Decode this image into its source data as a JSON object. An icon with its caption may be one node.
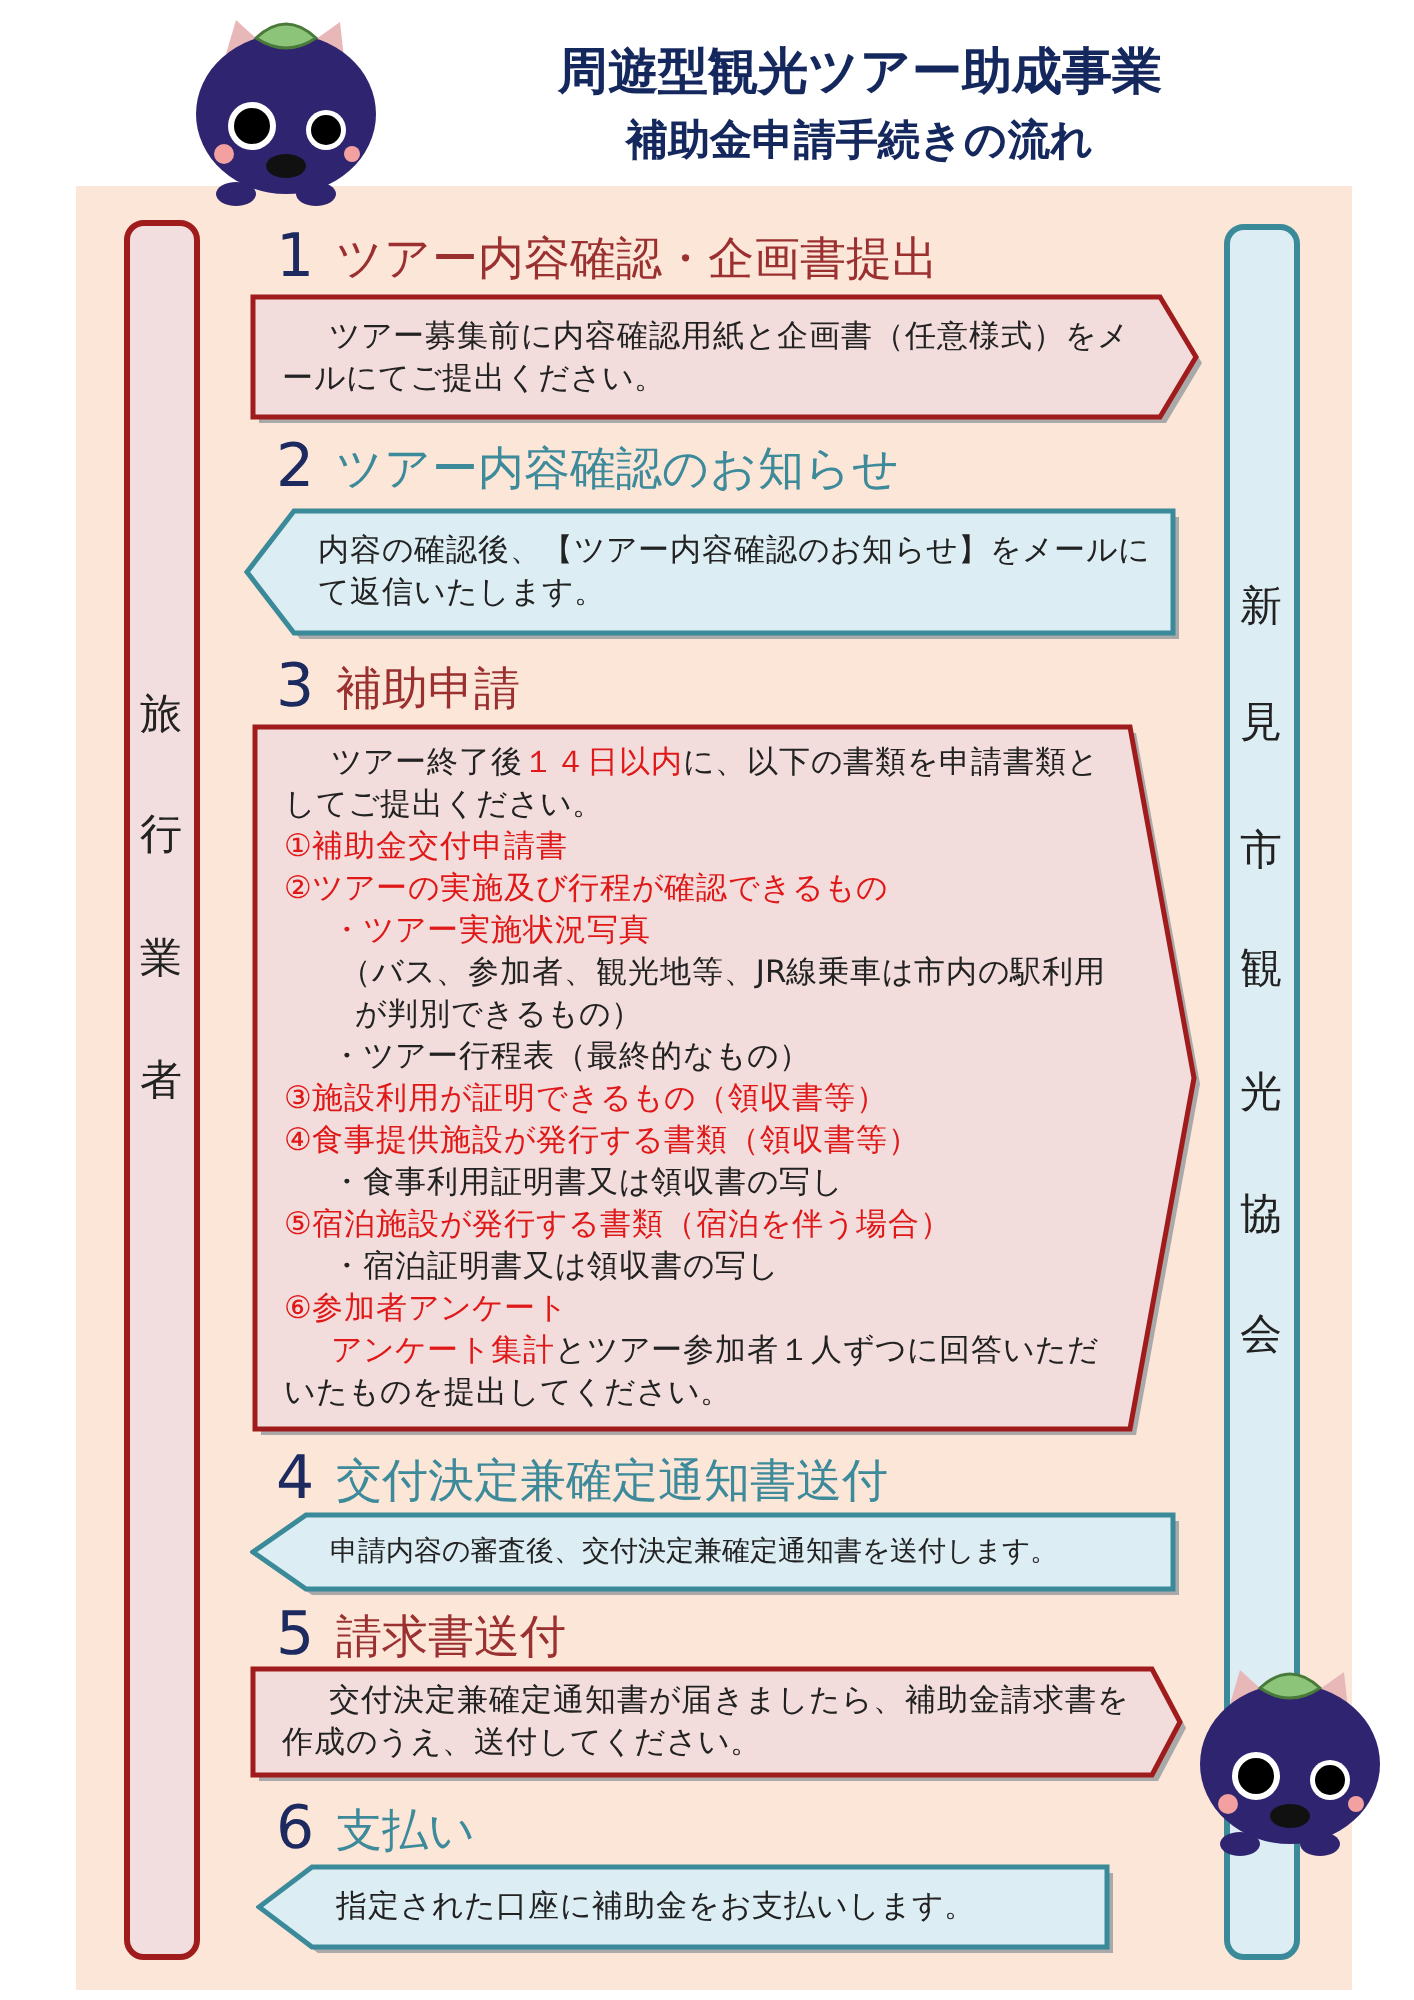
{
  "diagram": {
    "title": "周遊型観光ツアー助成事業",
    "nodes": [
      {
        "text": [
          "旅行業者"
        ]
      },
      {
        "text": [
          "新見市観光協会"
        ]
      },
      {
        "text": [
          "1",
          "ツアー内容確認・企画書提出",
          "ツアー募集前に内容確認用紙と企画書（任意様式）をメールにてご提出ください。"
        ]
      },
      {
        "text": [
          "2",
          "ツアー内容確認のお知らせ",
          "内容の確認後、【ツアー内容確認のお知らせ】をメールにて返信いたします。"
        ]
      },
      {
        "text": [
          "3",
          "補助申請",
          "ツアー終了後**１４日以内**に、以下の書類を申請書類としてご提出ください。",
          "**①補助金交付申請書**",
          "**②ツアーの実施及び行程が確認できるもの**",
          "**・ツアー実施状況写真**",
          "（バス、参加者、観光地等、JR線乗車は市内の駅利用が判別できるもの）",
          "・ツアー行程表（最終的なもの）",
          "**③施設利用が証明できるもの（領収書等）**",
          "**④食事提供施設が発行する書類（領収書等）**",
          "・食事利用証明書又は領収書の写し",
          "**⑤宿泊施設が発行する書類（宿泊を伴う場合）**",
          "・宿泊証明書又は領収書の写し",
          "**⑥参加者アンケート**",
          "**アンケート集計**とツアー参加者１人ずつに回答いただいたものを提出してください。"
        ]
      },
      {
        "text": [
          "4",
          "交付決定兼確定通知書送付",
          "申請内容の審査後、交付決定兼確定通知書を送付します。"
        ]
      },
      {
        "text": [
          "5",
          "請求書送付",
          "交付決定兼確定通知書が届きましたら、補助金請求書を作成のうえ、送付してください。"
        ]
      },
      {
        "text": [
          "6",
          "支払い",
          "指定された口座に補助金をお支払いします。"
        ]
      }
    ],
    "labels": [
      "補助金申請手続きの流れ"
    ]
  }
}
